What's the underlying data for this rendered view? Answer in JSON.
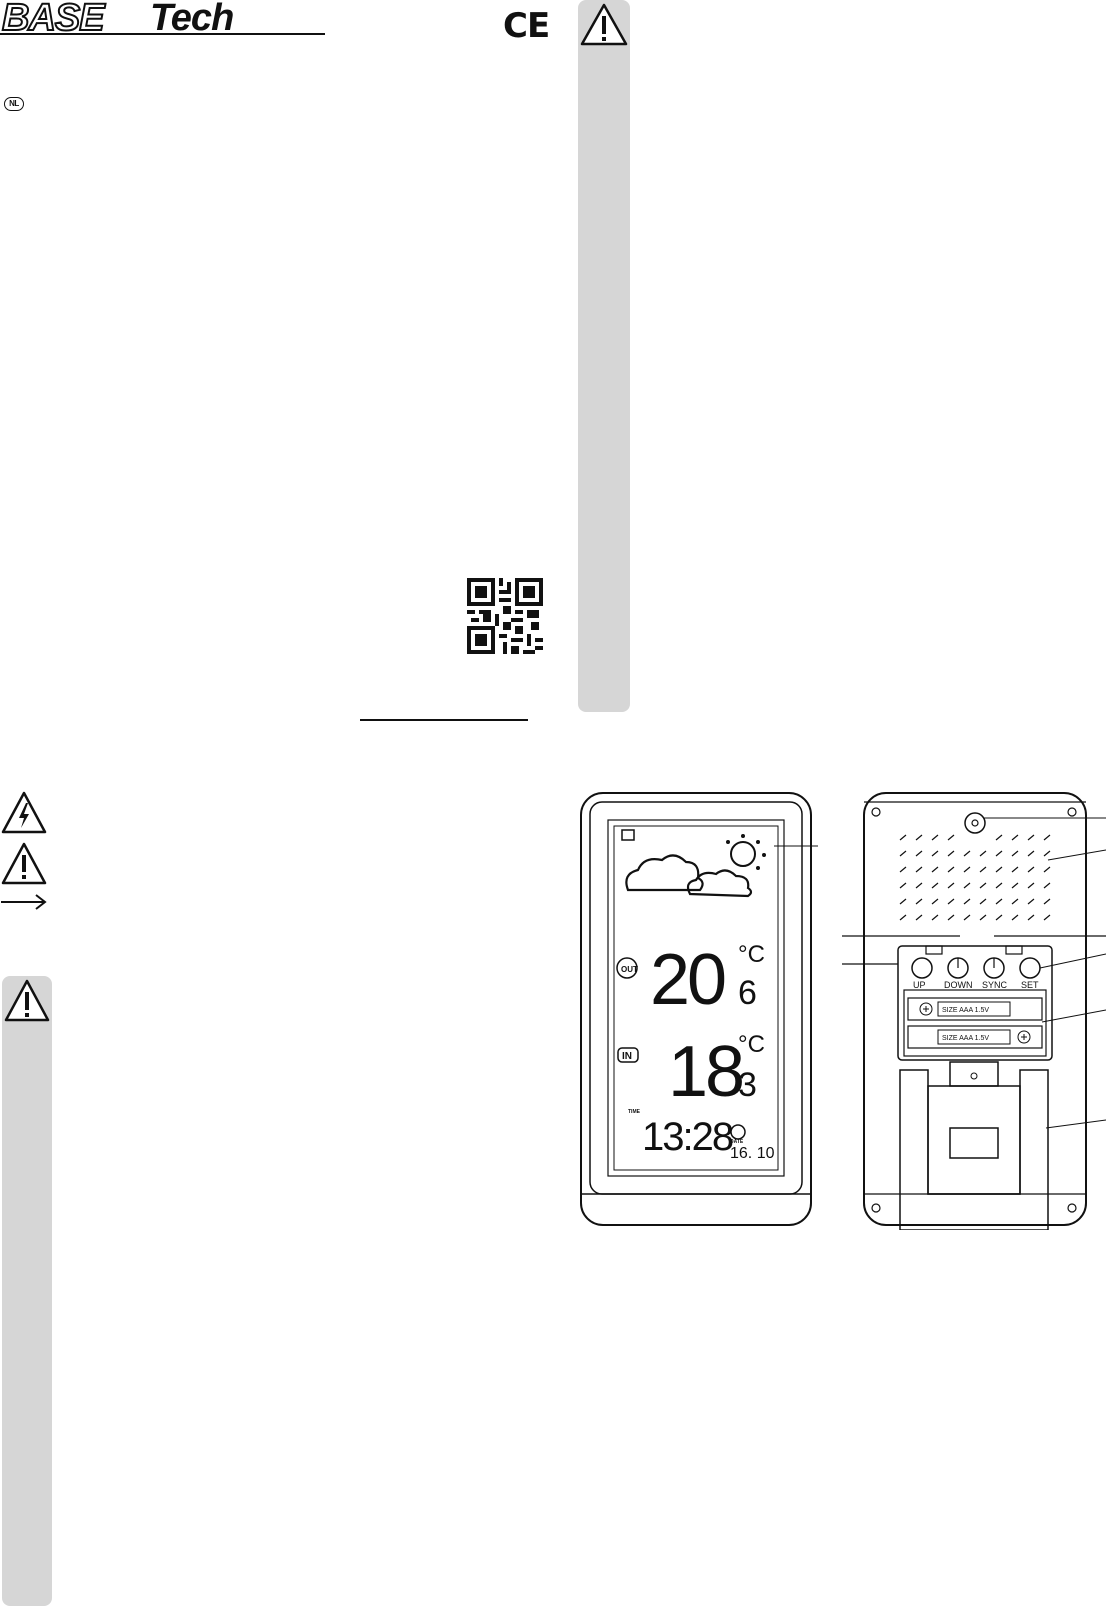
{
  "header": {
    "brand_logo_text": "BASETech",
    "language_badge": "NL",
    "ce_mark": "CE"
  },
  "symbols": {
    "high_voltage": "lightning-warning-icon",
    "attention": "exclamation-warning-icon",
    "tip": "arrow-right-icon"
  },
  "display": {
    "out_label": "OUT",
    "in_label": "IN",
    "outdoor_temp_main": "20",
    "outdoor_temp_decimal": "6",
    "indoor_temp_main": "18",
    "indoor_temp_decimal": "3",
    "unit": "°C",
    "time_label": "TIME",
    "time": "13:28",
    "date_label": "DATE",
    "date": "16. 10"
  },
  "buttons": {
    "up": "UP",
    "down": "DOWN",
    "sync": "SYNC",
    "set": "SET"
  },
  "battery": {
    "label_1": "SIZE AAA 1.5V",
    "label_2": "SIZE AAA 1.5V"
  },
  "colors": {
    "sidebar_grey": "#d6d6d6",
    "ink": "#111111"
  }
}
